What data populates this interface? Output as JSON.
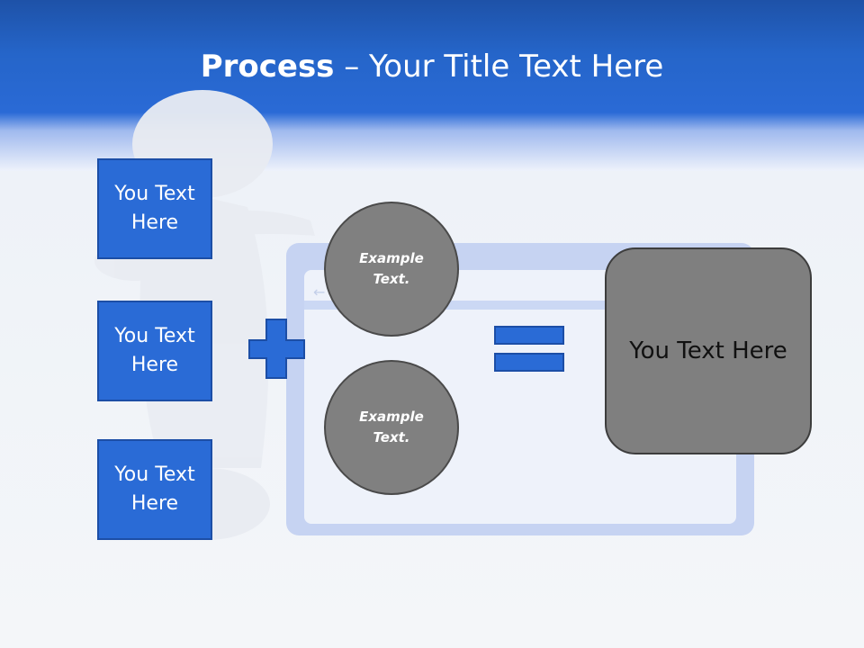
{
  "title": {
    "bold": "Process",
    "rest": " – Your Title Text Here"
  },
  "left_boxes": [
    {
      "line1": "You Text",
      "line2": "Here"
    },
    {
      "line1": "You Text",
      "line2": "Here"
    },
    {
      "line1": "You Text",
      "line2": "Here"
    }
  ],
  "circles": [
    {
      "line1": "Example",
      "line2": "Text."
    },
    {
      "line1": "Example",
      "line2": "Text."
    }
  ],
  "result": {
    "label": "You Text Here"
  },
  "operators": {
    "plus": "plus-sign",
    "equals": "equals-sign"
  },
  "colors": {
    "header": "#2565c9",
    "box": "#2a6bd6",
    "circle": "#808080",
    "result": "#7f7f7f"
  }
}
